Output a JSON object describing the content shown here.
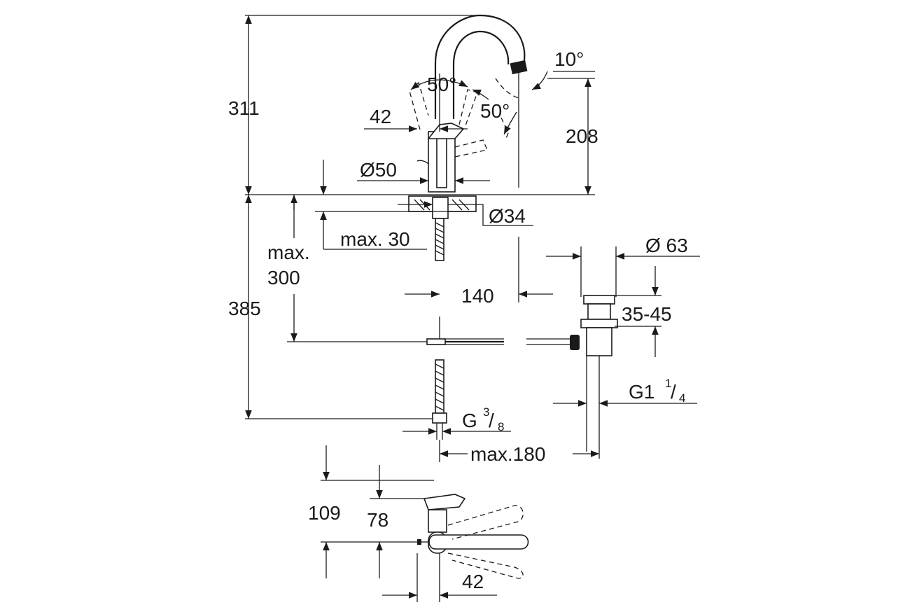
{
  "top_view": {
    "total_height": "311",
    "spout_height": "208",
    "spout_angle": "10°",
    "lever_angle_left": "50°",
    "lever_angle_right": "50°",
    "lever_width": "42",
    "base_diameter": "Ø50",
    "hole_diameter": "Ø34",
    "max_thickness": "max. 30"
  },
  "under_view": {
    "below_height": "385",
    "max_length_line1": "max.",
    "max_length_line2": "300",
    "spout_reach": "140",
    "waste_diameter": "Ø 63",
    "waste_range": "35-45",
    "waste_thread_main": "G1",
    "waste_thread_num": "1",
    "waste_thread_den": "4",
    "hose_thread_main": "G",
    "hose_thread_num": "3",
    "hose_thread_den": "8",
    "max_reach": "max.180"
  },
  "side_view": {
    "height_outer": "109",
    "height_inner": "78",
    "lever_width": "42"
  }
}
